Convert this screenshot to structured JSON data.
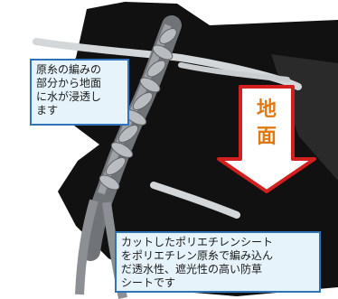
{
  "callouts": {
    "top": "原糸の編みの\n部分から地面\nに水が浸透し\nます",
    "bottom": "カットしたポリエチレンシート\nをポリエチレン原糸で編み込ん\nだ透水性、遮光性の高い防草\nシートです"
  },
  "arrow": {
    "label": "地\n面",
    "label_color": "#e07a10",
    "outline_color": "#d21f1f"
  },
  "colors": {
    "sheet": "#111111",
    "strip": "#d3d7da",
    "braid": "#8c8f93",
    "callout_border": "#2f73b8",
    "callout_fill": "#e6f3fa"
  }
}
